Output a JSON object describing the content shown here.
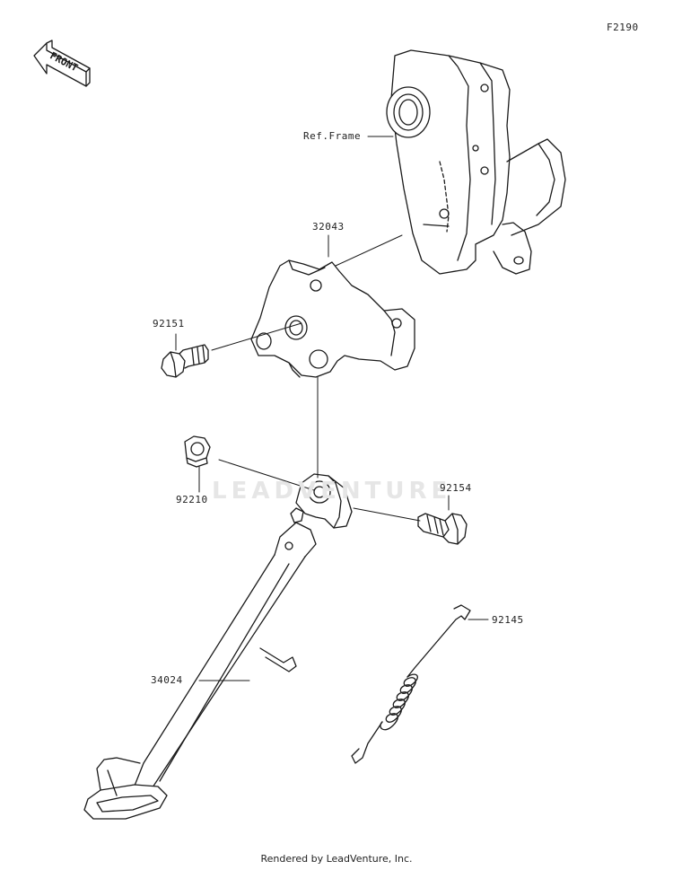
{
  "figure_id": "F2190",
  "front_label": "FRONT",
  "watermark": "LEADVENTURE",
  "footer": "Rendered by LeadVenture, Inc.",
  "parts": [
    {
      "id": "ref-frame",
      "label": "Ref.Frame"
    },
    {
      "id": "32043",
      "label": "32043"
    },
    {
      "id": "92151",
      "label": "92151"
    },
    {
      "id": "92210",
      "label": "92210"
    },
    {
      "id": "92154",
      "label": "92154"
    },
    {
      "id": "92145",
      "label": "92145"
    },
    {
      "id": "34024",
      "label": "34024"
    }
  ],
  "colors": {
    "line": "#1a1a1a",
    "watermark": "#e6e6e6",
    "background": "#ffffff"
  }
}
